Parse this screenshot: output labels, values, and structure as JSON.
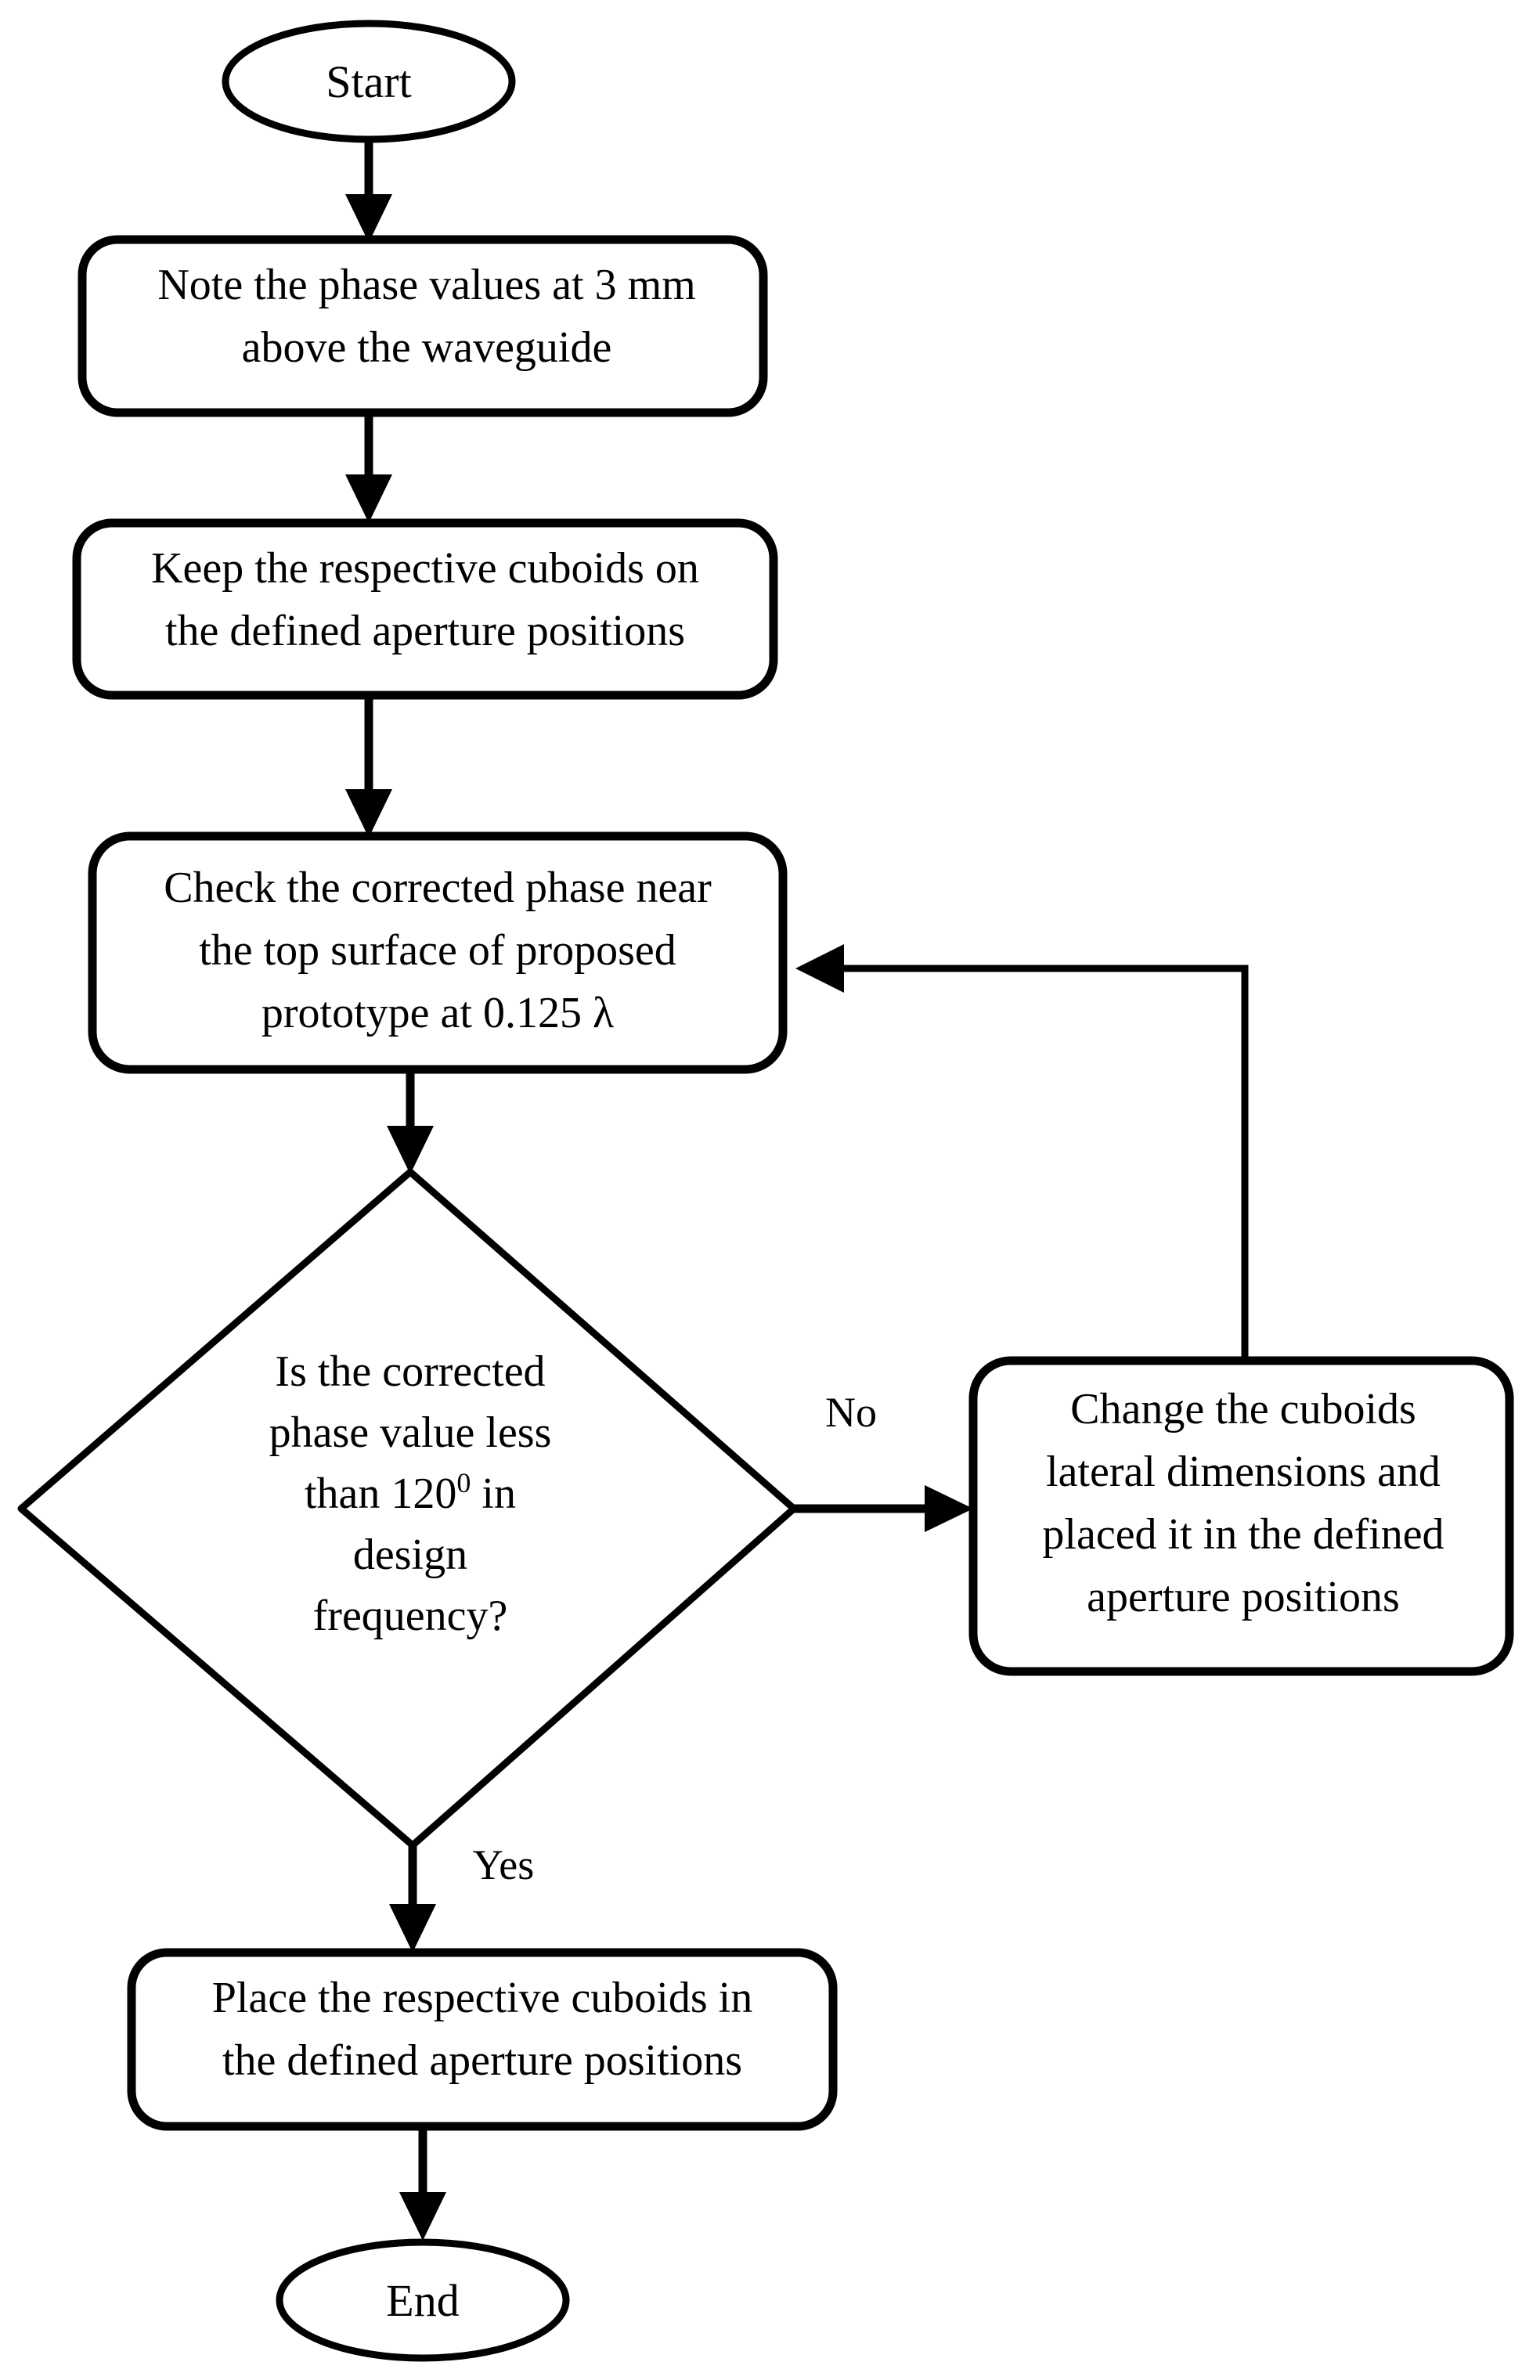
{
  "diagram": {
    "type": "flowchart",
    "title": "Design flow for cuboid phase correction",
    "orientation": "top-to-bottom",
    "colors": {
      "background": "#ffffff",
      "stroke": "#000000",
      "fill": "#ffffff",
      "text": "#000000"
    },
    "nodes": [
      {
        "id": "start",
        "shape": "ellipse",
        "label": "Start",
        "lines": [
          "Start"
        ]
      },
      {
        "id": "note-phase",
        "shape": "rounded-rectangle",
        "label": "Note the phase values at 3 mm above the waveguide",
        "lines": [
          "Note the phase values at 3 mm",
          "above the waveguide"
        ]
      },
      {
        "id": "keep-cuboids",
        "shape": "rounded-rectangle",
        "label": "Keep the respective cuboids on the defined aperture positions",
        "lines": [
          "Keep the respective cuboids on",
          "the defined aperture positions"
        ]
      },
      {
        "id": "check-phase",
        "shape": "rounded-rectangle",
        "label": "Check the corrected phase near the top surface of proposed prototype at 0.125 λ",
        "lines": [
          "Check the corrected phase near",
          "the top surface of proposed",
          "prototype at 0.125 λ"
        ]
      },
      {
        "id": "decision",
        "shape": "diamond",
        "label": "Is the corrected phase value less than 120⁰ in design frequency?",
        "lines": [
          "Is the corrected",
          "phase value less",
          "than 120",
          " in",
          "design",
          "frequency?"
        ],
        "line3_pre": "than 120",
        "line3_sup": "0",
        "line3_post": " in"
      },
      {
        "id": "change-cuboids",
        "shape": "rounded-rectangle",
        "label": "Change the cuboids lateral dimensions and placed it in the defined aperture positions",
        "lines": [
          "Change the cuboids",
          "lateral dimensions and",
          "placed it in the defined",
          "aperture positions"
        ]
      },
      {
        "id": "place-cuboids",
        "shape": "rounded-rectangle",
        "label": "Place the respective cuboids in the defined aperture positions",
        "lines": [
          "Place the respective cuboids in",
          "the defined aperture positions"
        ]
      },
      {
        "id": "end",
        "shape": "ellipse",
        "label": "End",
        "lines": [
          "End"
        ]
      }
    ],
    "edges": [
      {
        "id": "e1",
        "from": "start",
        "to": "note-phase",
        "label": ""
      },
      {
        "id": "e2",
        "from": "note-phase",
        "to": "keep-cuboids",
        "label": ""
      },
      {
        "id": "e3",
        "from": "keep-cuboids",
        "to": "check-phase",
        "label": ""
      },
      {
        "id": "e4",
        "from": "check-phase",
        "to": "decision",
        "label": ""
      },
      {
        "id": "e5",
        "from": "decision",
        "to": "change-cuboids",
        "label": "No"
      },
      {
        "id": "e6",
        "from": "change-cuboids",
        "to": "check-phase",
        "label": ""
      },
      {
        "id": "e7",
        "from": "decision",
        "to": "place-cuboids",
        "label": "Yes"
      },
      {
        "id": "e8",
        "from": "place-cuboids",
        "to": "end",
        "label": ""
      }
    ],
    "edge_labels": {
      "no": "No",
      "yes": "Yes"
    }
  }
}
